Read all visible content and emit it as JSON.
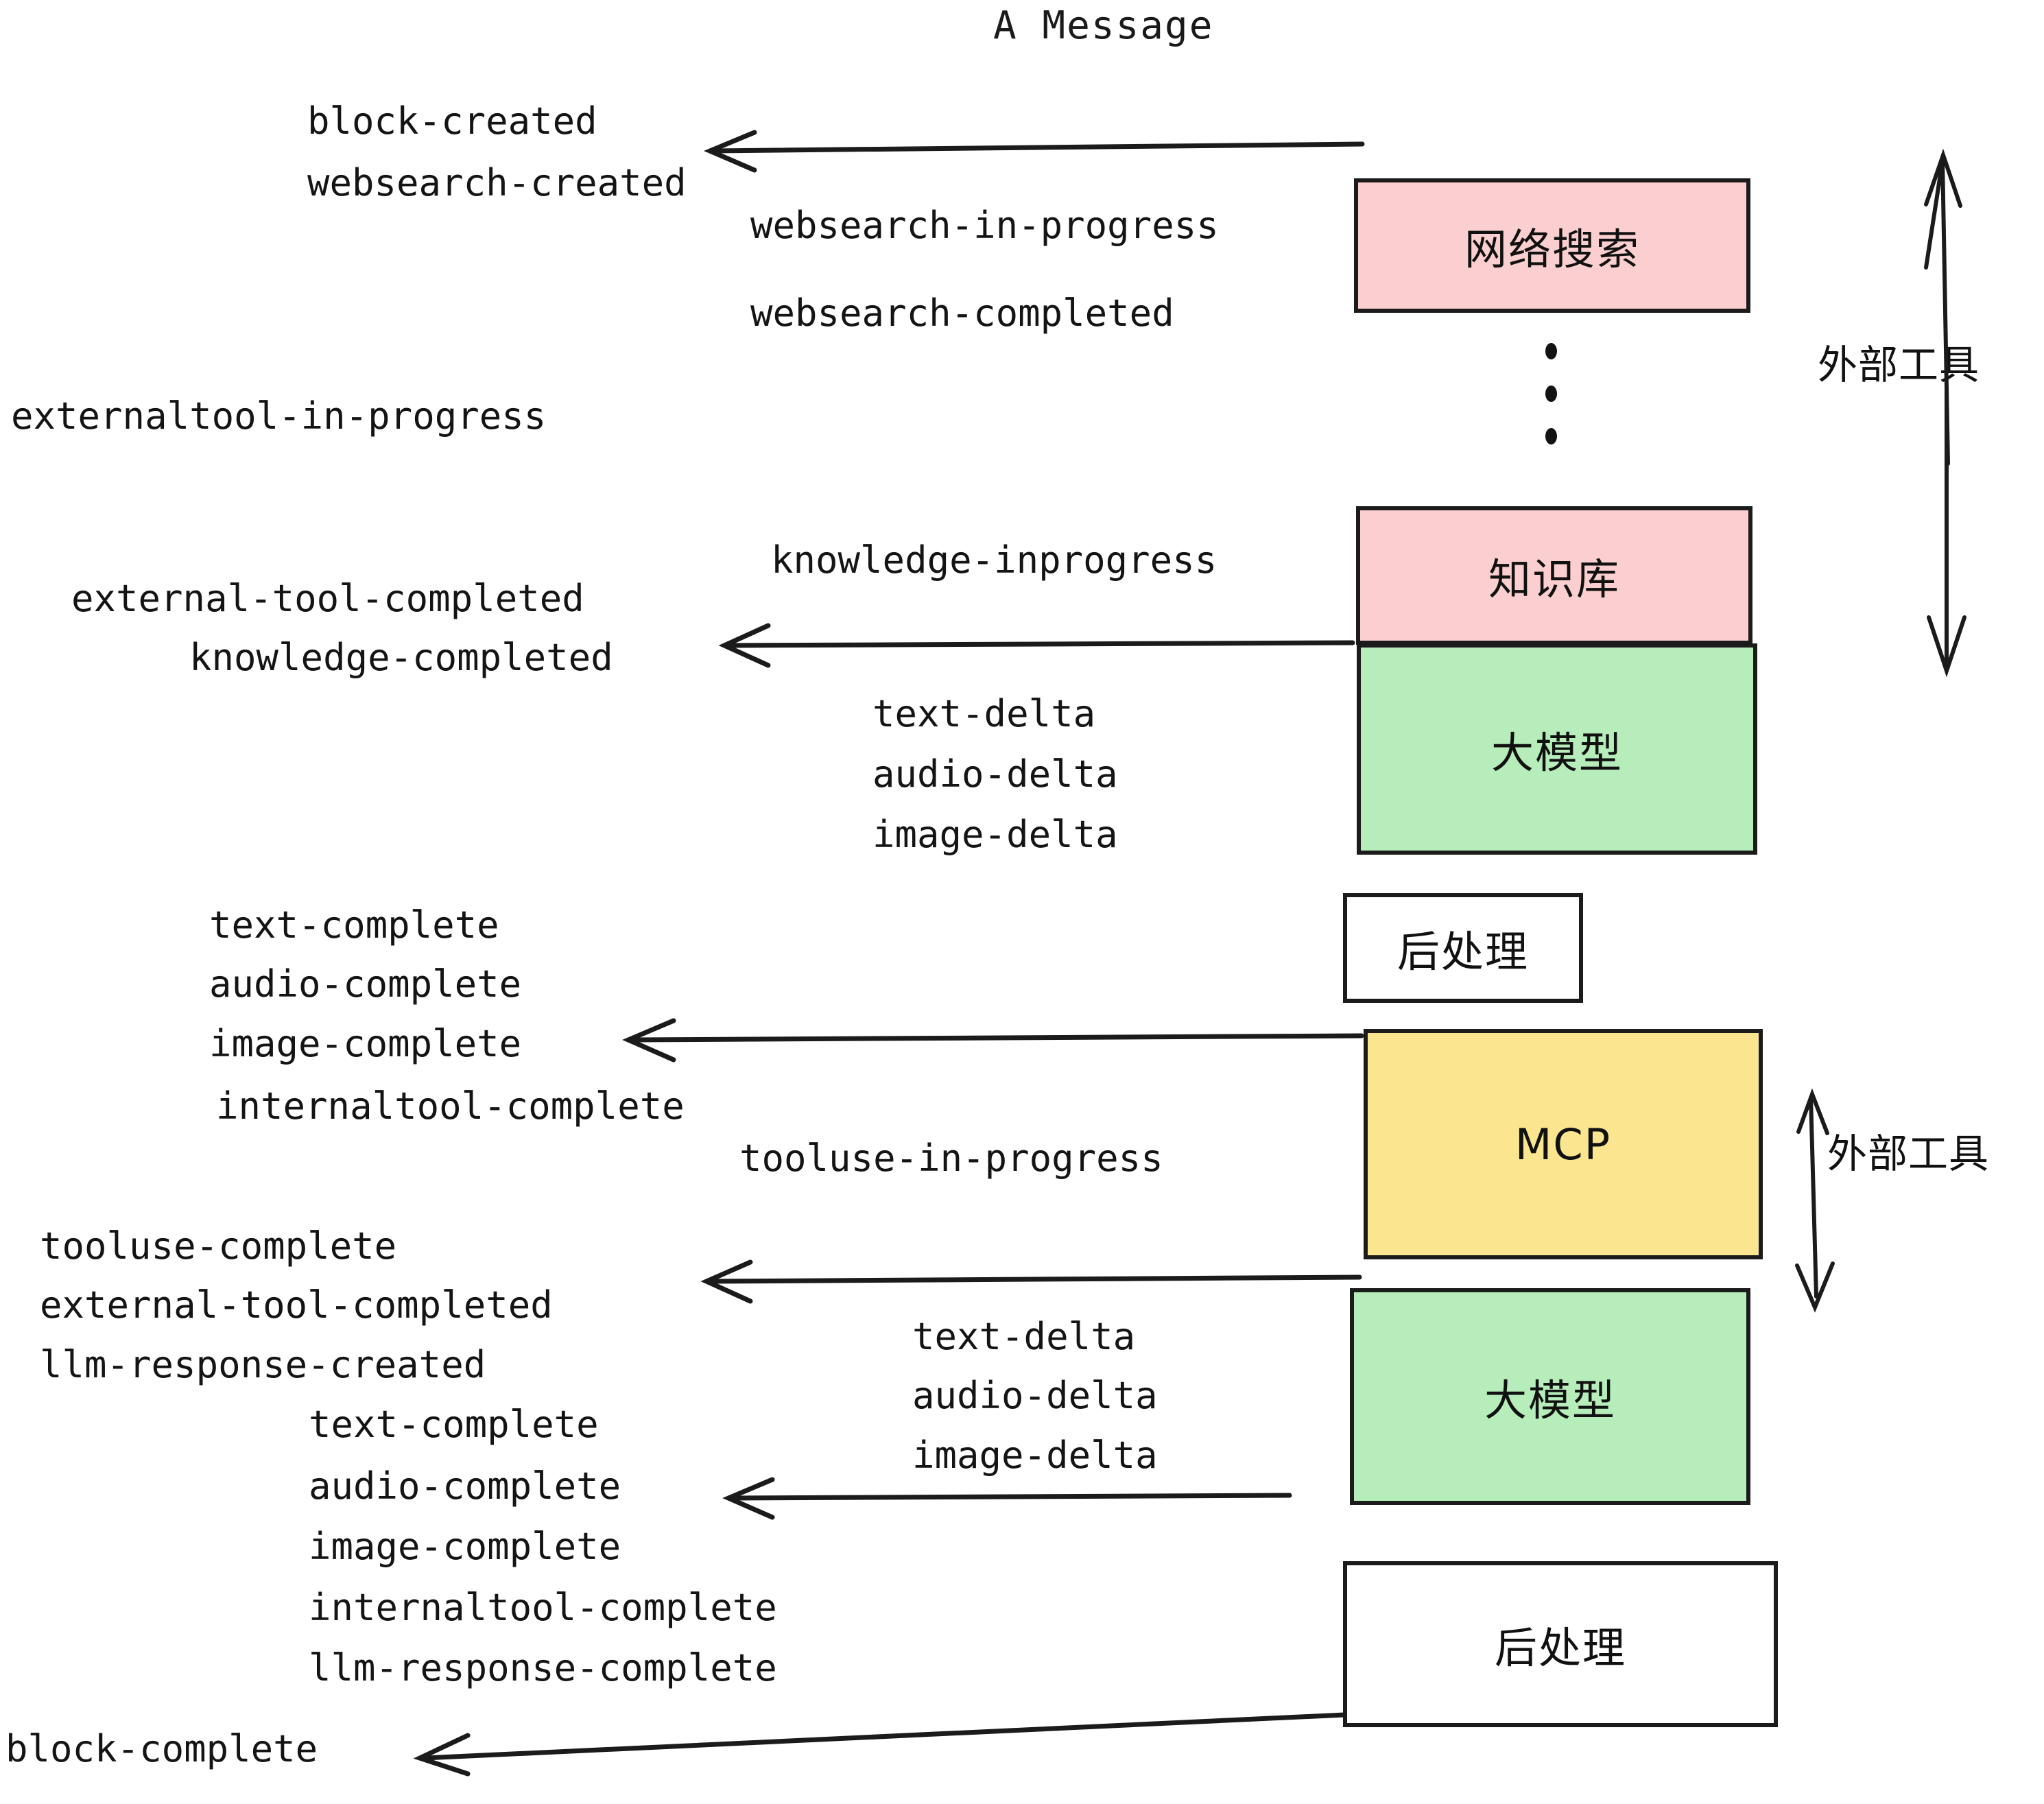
{
  "title": "A Message",
  "colors": {
    "pink": "#fbcfcf",
    "green": "#b6edba",
    "yellow": "#fbe58f",
    "white": "#ffffff",
    "stroke": "#1b1b1b",
    "text": "#141414",
    "background": "#ffffff"
  },
  "nodes": {
    "websearch": "网络搜索",
    "knowledge": "知识库",
    "llm_first": "大模型",
    "postprocess_first": "后处理",
    "mcp": "MCP",
    "llm_second": "大模型",
    "postprocess_second": "后处理"
  },
  "group_labels": {
    "external_tool_top": "外部工具",
    "external_tool_bottom": "外部工具"
  },
  "events": {
    "block_created": "block-created",
    "websearch_created": "websearch-created",
    "websearch_in_progress": "websearch-in-progress",
    "websearch_completed": "websearch-completed",
    "externaltool_in_progress": "externaltool-in-progress",
    "knowledge_inprogress": "knowledge-inprogress",
    "external_tool_completed_1": "external-tool-completed",
    "knowledge_completed": "knowledge-completed",
    "text_delta_1": "text-delta",
    "audio_delta_1": "audio-delta",
    "image_delta_1": "image-delta",
    "text_complete_1": "text-complete",
    "audio_complete_1": "audio-complete",
    "image_complete_1": "image-complete",
    "internaltool_complete_1": "internaltool-complete",
    "tooluse_in_progress": "tooluse-in-progress",
    "tooluse_complete": "tooluse-complete",
    "external_tool_completed_2": "external-tool-completed",
    "llm_response_created": "llm-response-created",
    "text_complete_2": "text-complete",
    "text_delta_2": "text-delta",
    "audio_delta_2": "audio-delta",
    "image_delta_2": "image-delta",
    "audio_complete_2": "audio-complete",
    "image_complete_2": "image-complete",
    "internaltool_complete_2": "internaltool-complete",
    "llm_response_complete": "llm-response-complete",
    "block_complete": "block-complete"
  }
}
